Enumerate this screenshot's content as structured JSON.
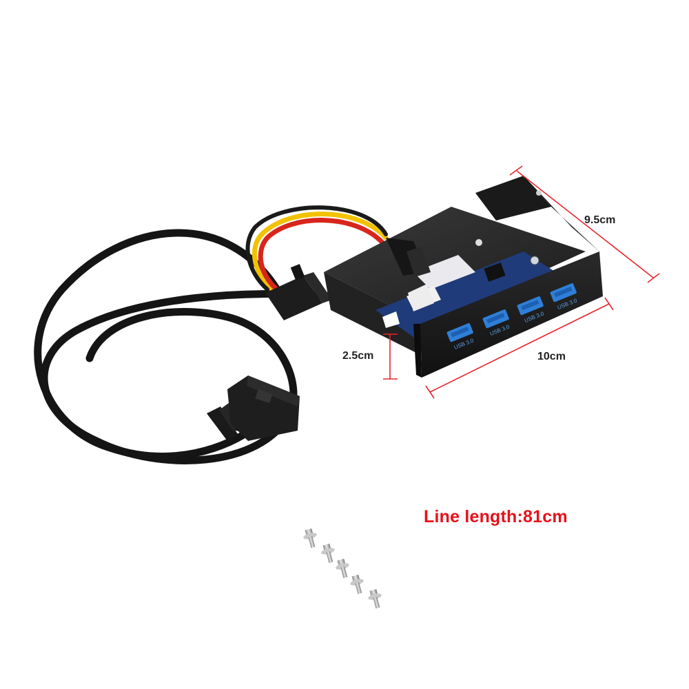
{
  "product": {
    "dimensions": {
      "depth_label": "9.5cm",
      "height_label": "2.5cm",
      "width_label": "10cm"
    },
    "cable": {
      "line_length_label": "Line length:81cm"
    },
    "ports": [
      {
        "label": "USB 3.0"
      },
      {
        "label": "USB 3.0"
      },
      {
        "label": "USB 3.0"
      },
      {
        "label": "USB 3.0"
      }
    ],
    "screws_count": 5
  },
  "colors": {
    "dimension_line": "#e8242b",
    "line_length_text": "#e8101a",
    "usb_port_blue": "#2f7fd8",
    "pcb_blue": "#1f3b7a",
    "bracket_black": "#1c1c1c",
    "cable_black": "#151515",
    "wire_red": "#d8261c",
    "wire_yellow": "#f2c200"
  }
}
